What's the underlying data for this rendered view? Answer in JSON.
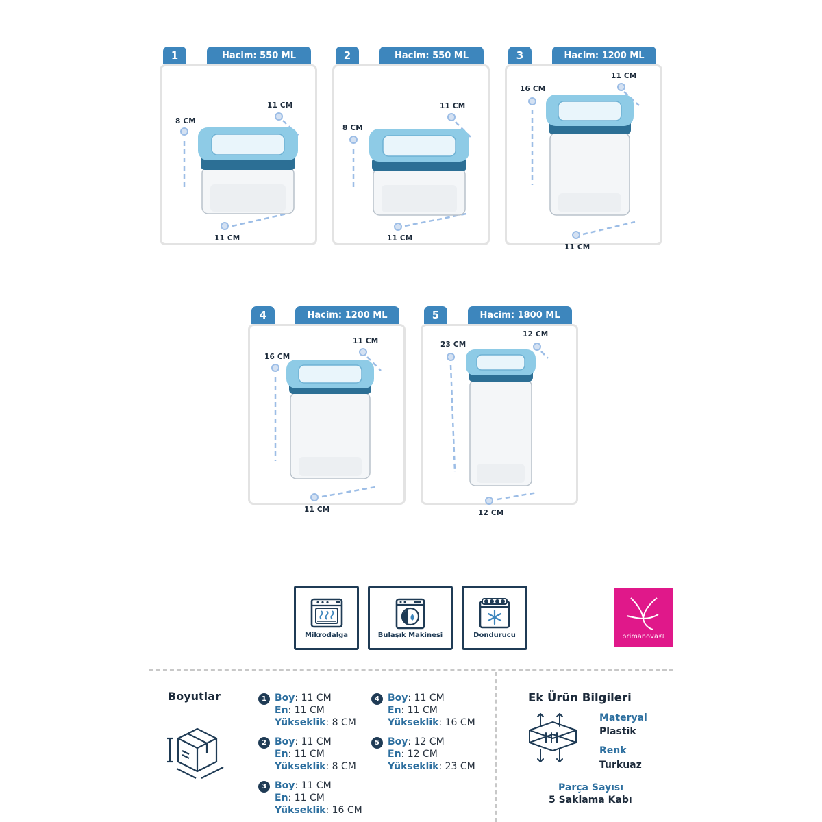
{
  "colors": {
    "accent": "#3d86bd",
    "navy": "#1f3b55",
    "lid": "#8ecbe6",
    "lid_dark": "#2c6f95",
    "brand": "#e0188a",
    "guide": "#9cbde6"
  },
  "products": [
    {
      "number": "1",
      "volume": "Hacim: 550 ML",
      "height": "8 CM",
      "depth": "11 CM",
      "width": "11 CM"
    },
    {
      "number": "2",
      "volume": "Hacim: 550 ML",
      "height": "8 CM",
      "depth": "11 CM",
      "width": "11 CM"
    },
    {
      "number": "3",
      "volume": "Hacim: 1200 ML",
      "height": "16 CM",
      "depth": "11 CM",
      "width": "11 CM"
    },
    {
      "number": "4",
      "volume": "Hacim: 1200 ML",
      "height": "16 CM",
      "depth": "11 CM",
      "width": "11 CM"
    },
    {
      "number": "5",
      "volume": "Hacim: 1800 ML",
      "height": "23 CM",
      "depth": "12 CM",
      "width": "12 CM"
    }
  ],
  "features": [
    {
      "label": "Mikrodalga",
      "icon": "microwave-icon"
    },
    {
      "label": "Bulaşık Makinesi",
      "icon": "dishwasher-icon"
    },
    {
      "label": "Dondurucu",
      "icon": "freezer-icon"
    }
  ],
  "brand": {
    "name": "primanova®",
    "icon": "primanova-logo"
  },
  "dimensions": {
    "title": "Boyutlar",
    "icon": "box-dimensions-icon",
    "labels": {
      "boy": "Boy",
      "en": "En",
      "yukseklik": "Yükseklik"
    },
    "items": [
      {
        "number": "1",
        "boy": ": 11 CM",
        "en": ": 11 CM",
        "yukseklik": ": 8 CM"
      },
      {
        "number": "2",
        "boy": ": 11 CM",
        "en": ": 11 CM",
        "yukseklik": ": 8 CM"
      },
      {
        "number": "3",
        "boy": ": 11 CM",
        "en": ": 11 CM",
        "yukseklik": ": 16 CM"
      },
      {
        "number": "4",
        "boy": ": 11 CM",
        "en": ": 11 CM",
        "yukseklik": ": 16 CM"
      },
      {
        "number": "5",
        "boy": ": 12 CM",
        "en": ": 12 CM",
        "yukseklik": ": 23 CM"
      }
    ]
  },
  "extra_info": {
    "title": "Ek Ürün Bilgileri",
    "icon": "material-layers-icon",
    "material_label": "Materyal",
    "material_value": "Plastik",
    "color_label": "Renk",
    "color_value": "Turkuaz",
    "pieces_label": "Parça Sayısı",
    "pieces_value": "5 Saklama Kabı"
  }
}
